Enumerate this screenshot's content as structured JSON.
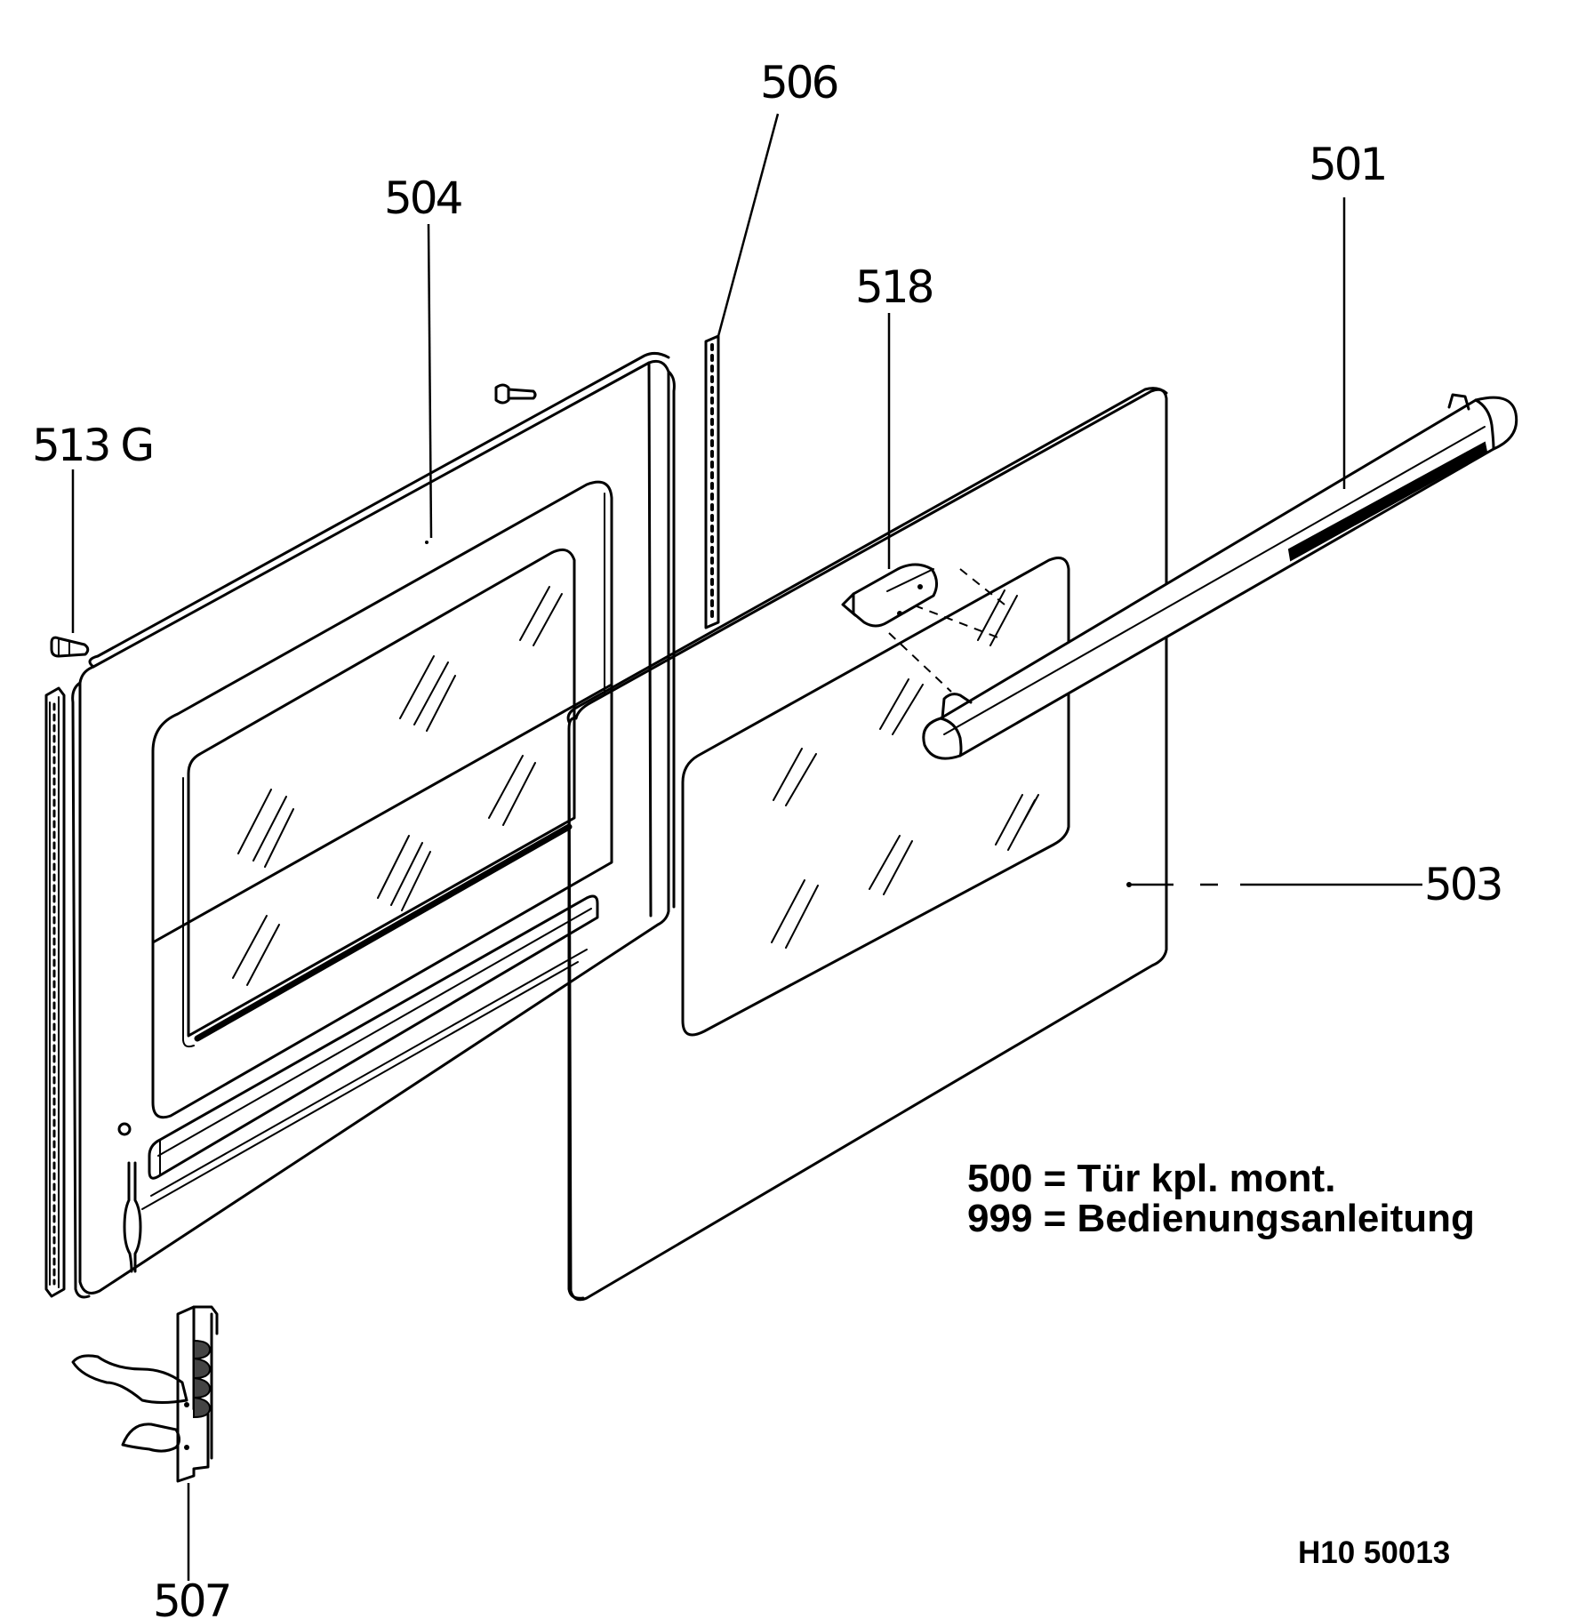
{
  "labels": {
    "p501": "501",
    "p503": "503",
    "p504": "504",
    "p506": "506",
    "p507": "507",
    "p513g": "513 G",
    "p518": "518"
  },
  "legend": {
    "line1": "500 = Tür kpl. mont.",
    "line2": "999 = Bedienungsanleitung"
  },
  "drawing_ref": "H10 50013"
}
